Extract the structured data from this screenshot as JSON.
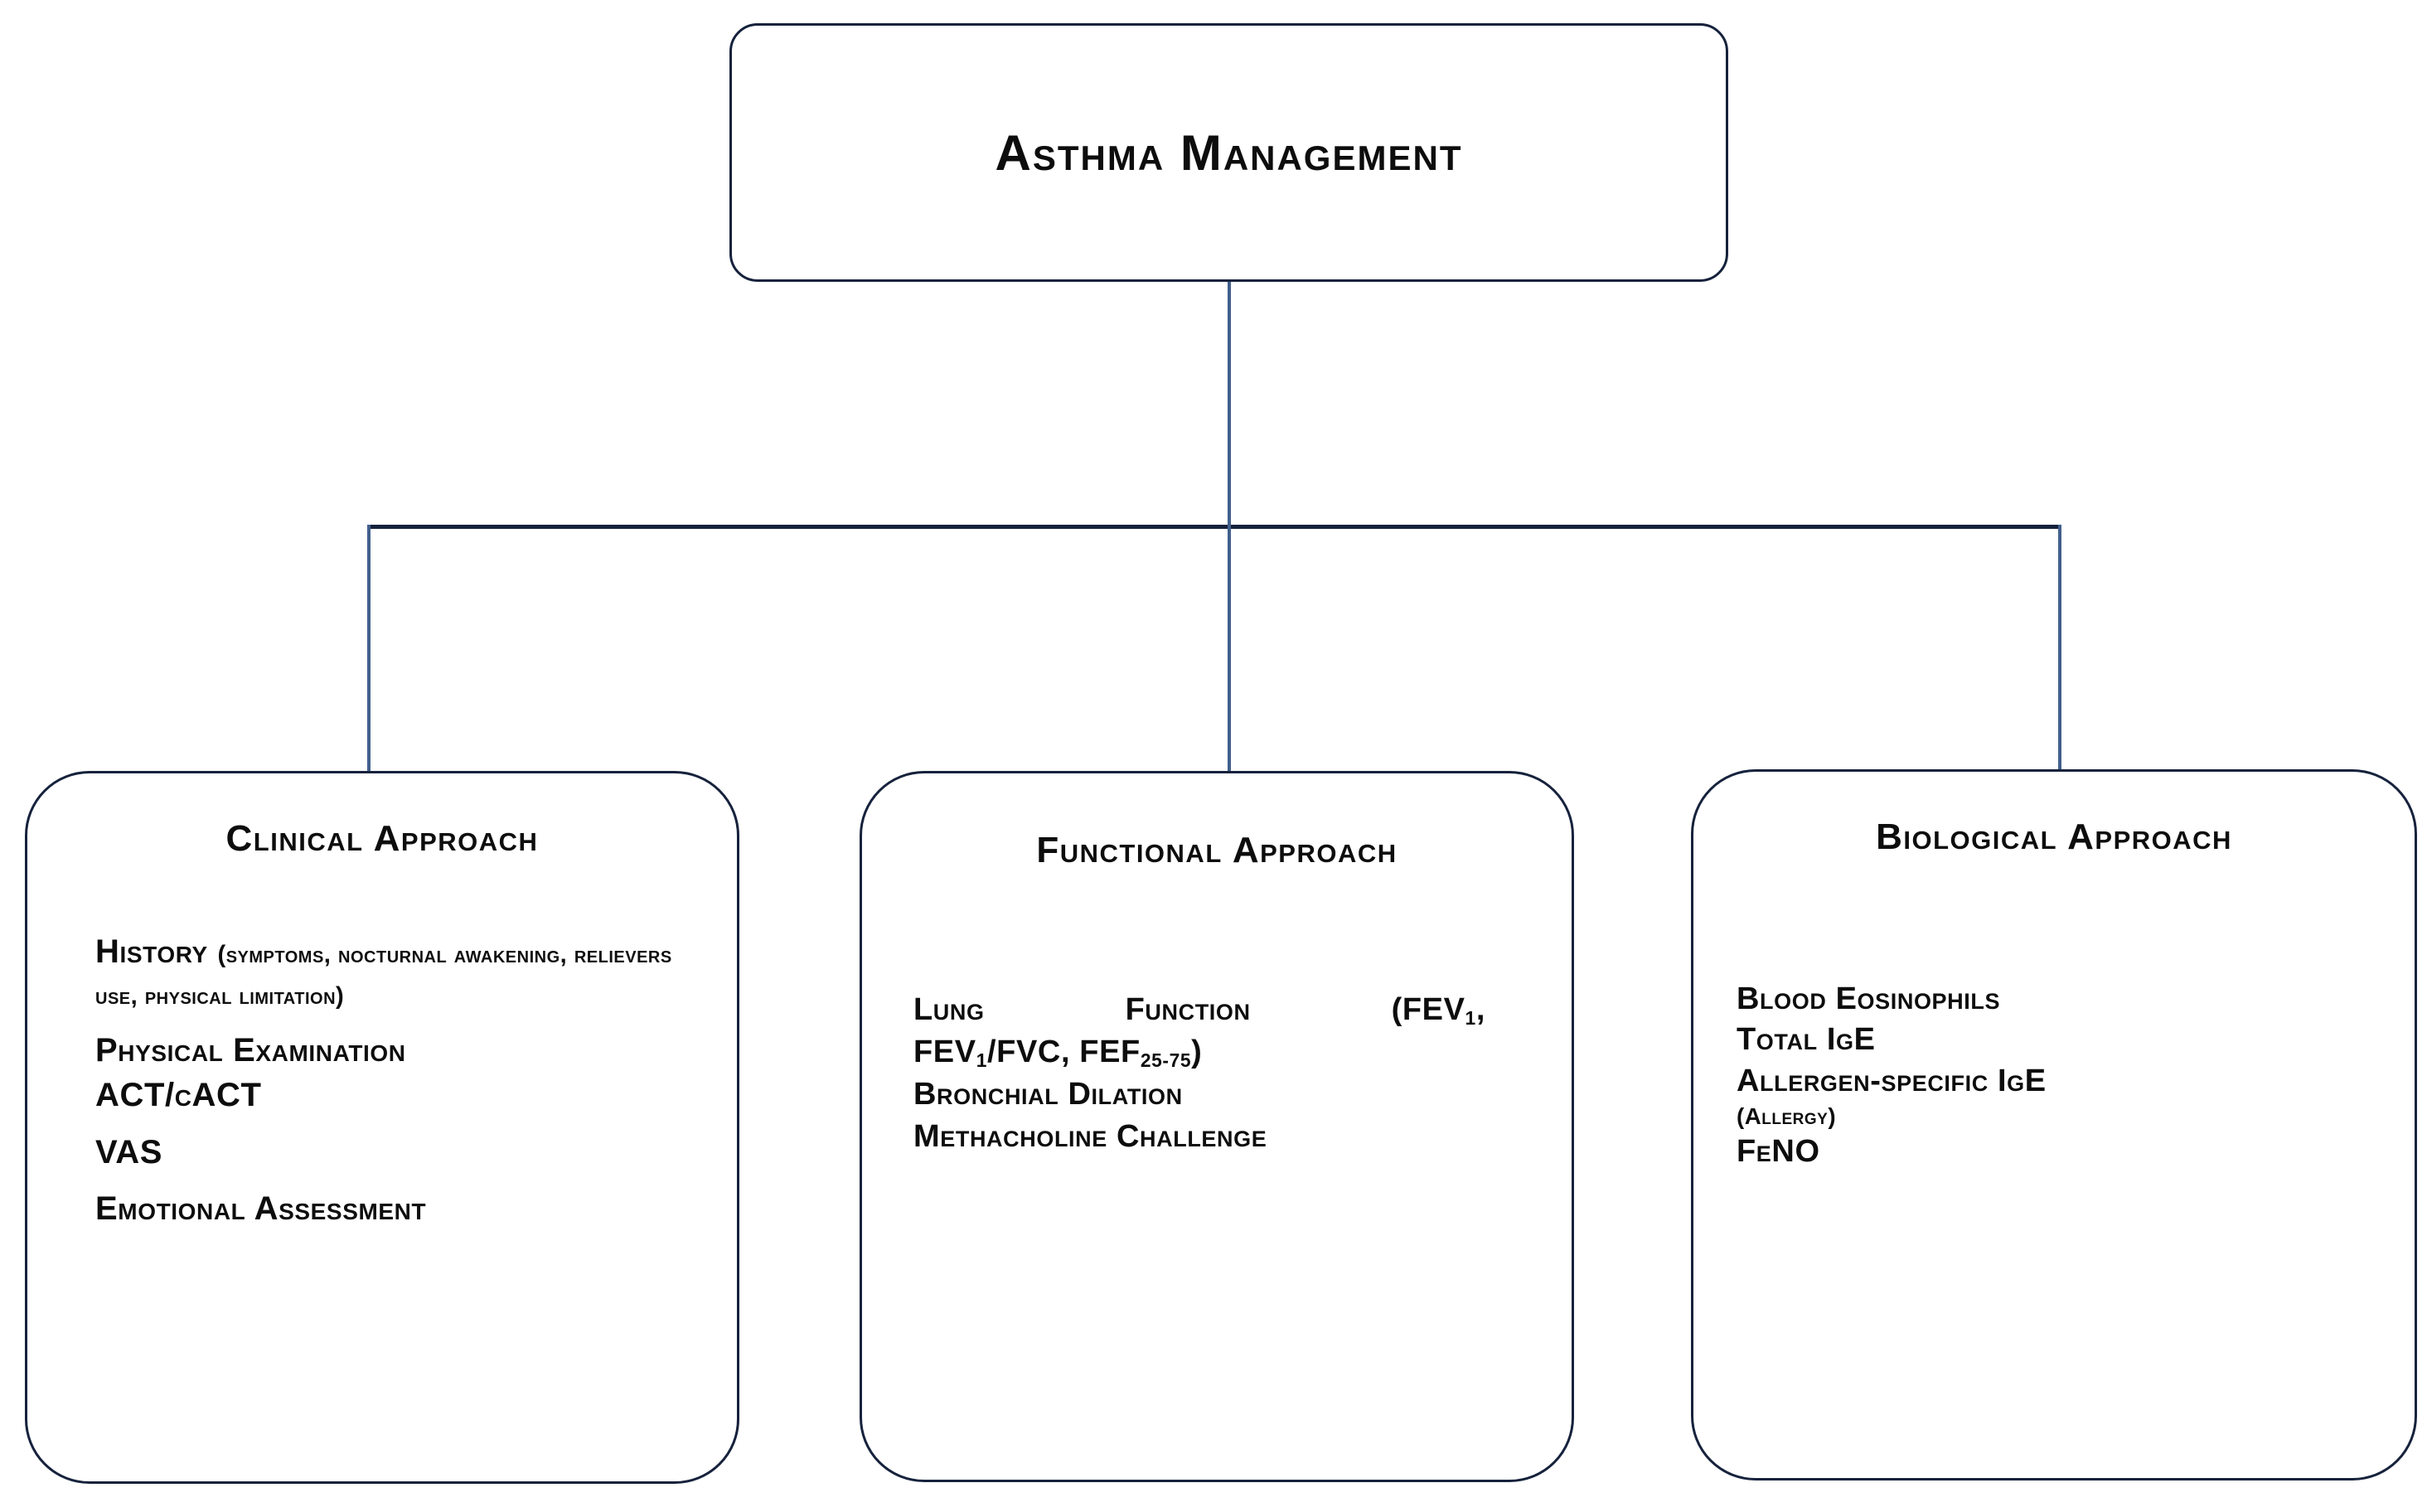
{
  "title": {
    "label": "Asthma Management"
  },
  "branches": [
    {
      "id": "clinical",
      "header": "Clinical Approach",
      "items": [
        {
          "main": "History",
          "detail": "(symptoms, nocturnal awakening, relievers use, physical limitation)"
        },
        {
          "main": "Physical Examination"
        },
        {
          "main": "ACT/cACT"
        },
        {
          "main": "VAS"
        },
        {
          "main": "Emotional Assessment"
        }
      ]
    },
    {
      "id": "functional",
      "header": "Functional Approach",
      "items": [
        {
          "line1_a": "Lung",
          "line1_b": "Function",
          "line1_c": "(FEV",
          "line1_sub": "1",
          "line1_d": ",",
          "line2_a": "FEV",
          "line2_sub1": "1",
          "line2_b": "/FVC, FEF",
          "line2_sub2": "25-75",
          "line2_c": ")"
        },
        {
          "main": "Bronchial Dilation"
        },
        {
          "main": "Methacholine Challenge"
        }
      ]
    },
    {
      "id": "biological",
      "header": "Biological Approach",
      "items": [
        {
          "main": "Blood Eosinophils"
        },
        {
          "main": "Total IgE"
        },
        {
          "main": "Allergen-specific IgE"
        },
        {
          "detail": "(Allergy)"
        },
        {
          "main": "FeNO"
        }
      ]
    }
  ],
  "colors": {
    "box_stroke": "#16223c",
    "connector": "#41608c",
    "connector_dark": "#16223c",
    "text": "#0d0d0d",
    "background": "#ffffff"
  }
}
